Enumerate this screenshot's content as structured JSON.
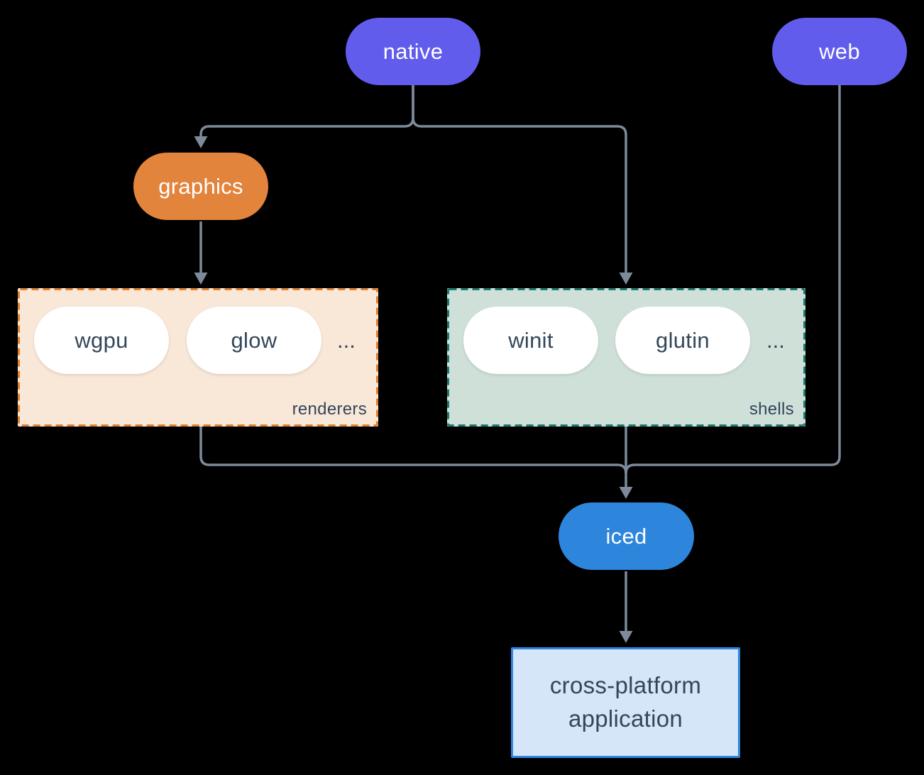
{
  "nodes": {
    "native": "native",
    "web": "web",
    "graphics": "graphics",
    "iced": "iced",
    "wgpu": "wgpu",
    "glow": "glow",
    "winit": "winit",
    "glutin": "glutin",
    "application_line1": "cross-platform",
    "application_line2": "application"
  },
  "groups": {
    "renderers": {
      "label": "renderers",
      "ellipsis": "..."
    },
    "shells": {
      "label": "shells",
      "ellipsis": "..."
    }
  },
  "edges": [
    {
      "from": "native",
      "to": "graphics"
    },
    {
      "from": "native",
      "to": "shells"
    },
    {
      "from": "graphics",
      "to": "renderers"
    },
    {
      "from": "renderers",
      "to": "iced"
    },
    {
      "from": "shells",
      "to": "iced"
    },
    {
      "from": "web",
      "to": "iced"
    },
    {
      "from": "iced",
      "to": "application"
    }
  ],
  "colors": {
    "canvas-bg": "#000000",
    "node-purple": "#615CEC",
    "node-orange": "#E3843D",
    "node-blue": "#2D86DC",
    "node-white": "#FFFFFF",
    "node-text-light": "#FFFFFF",
    "ink": "#334759",
    "line": "#7C8A99",
    "renderers-bg": "#F9E7D8",
    "renderers-border": "#E0812F",
    "shells-bg": "#CFE0D9",
    "shells-border": "#1E7A6E",
    "app-bg": "#D4E6F7",
    "app-border": "#2E86DE"
  }
}
